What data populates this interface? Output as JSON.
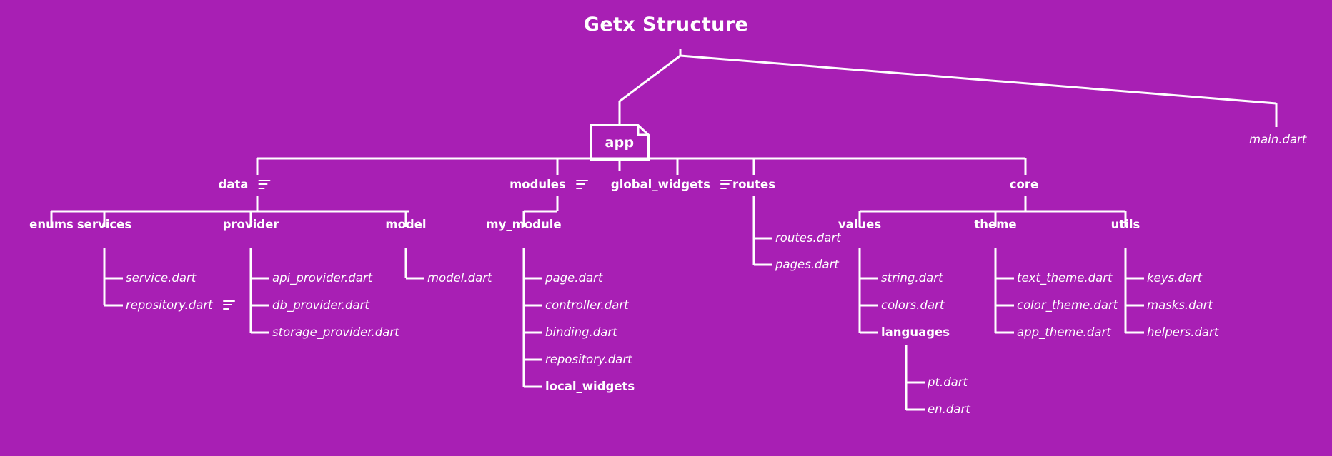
{
  "diagram": {
    "title": "Getx Structure",
    "type": "tree",
    "background_color": "#a81fb4",
    "line_color": "#ffffff",
    "text_color": "#ffffff"
  },
  "root": {
    "label": "app",
    "shape": "document"
  },
  "side": {
    "main_file": "main.dart"
  },
  "level2": {
    "data": "data",
    "modules": "modules",
    "global_widgets": "global_widgets",
    "routes": "routes",
    "core": "core"
  },
  "data_children": {
    "enums": "enums",
    "services": "services",
    "provider": "provider",
    "model": "model"
  },
  "services_files": {
    "service": "service.dart",
    "repository": "repository.dart"
  },
  "provider_files": {
    "api_provider": "api_provider.dart",
    "db_provider": "db_provider.dart",
    "storage_provider": "storage_provider.dart"
  },
  "model_files": {
    "model": "model.dart"
  },
  "modules_children": {
    "my_module": "my_module"
  },
  "my_module_files": {
    "page": "page.dart",
    "controller": "controller.dart",
    "binding": "binding.dart",
    "repository": "repository.dart",
    "local_widgets": "local_widgets"
  },
  "routes_files": {
    "routes": "routes.dart",
    "pages": "pages.dart"
  },
  "core_children": {
    "values": "values",
    "theme": "theme",
    "utils": "utils"
  },
  "values_files": {
    "string": "string.dart",
    "colors": "colors.dart",
    "languages": "languages"
  },
  "languages_files": {
    "pt": "pt.dart",
    "en": "en.dart"
  },
  "theme_files": {
    "text_theme": "text_theme.dart",
    "color_theme": "color_theme.dart",
    "app_theme": "app_theme.dart"
  },
  "utils_files": {
    "keys": "keys.dart",
    "masks": "masks.dart",
    "helpers": "helpers.dart"
  },
  "icons": {
    "menu": "menu-icon"
  }
}
